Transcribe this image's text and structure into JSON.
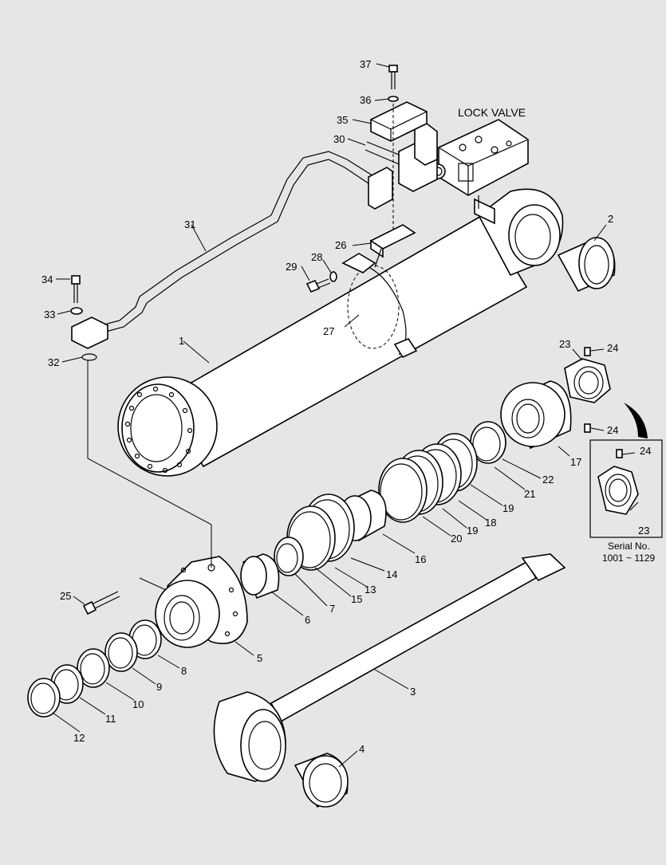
{
  "diagram": {
    "title": "LOCK VALVE",
    "inset": {
      "serial_label": "Serial No.",
      "serial_range": "1001 ~ 1129"
    },
    "callouts": [
      "1",
      "2",
      "3",
      "4",
      "5",
      "6",
      "7",
      "8",
      "9",
      "10",
      "11",
      "12",
      "13",
      "14",
      "15",
      "16",
      "17",
      "18",
      "19",
      "19",
      "20",
      "21",
      "22",
      "23",
      "23",
      "24",
      "24",
      "24",
      "25",
      "26",
      "27",
      "28",
      "29",
      "30",
      "31",
      "32",
      "33",
      "34",
      "35",
      "36",
      "37"
    ]
  },
  "colors": {
    "background": "#e6e6e6",
    "line": "#000000",
    "fill": "#ffffff"
  }
}
